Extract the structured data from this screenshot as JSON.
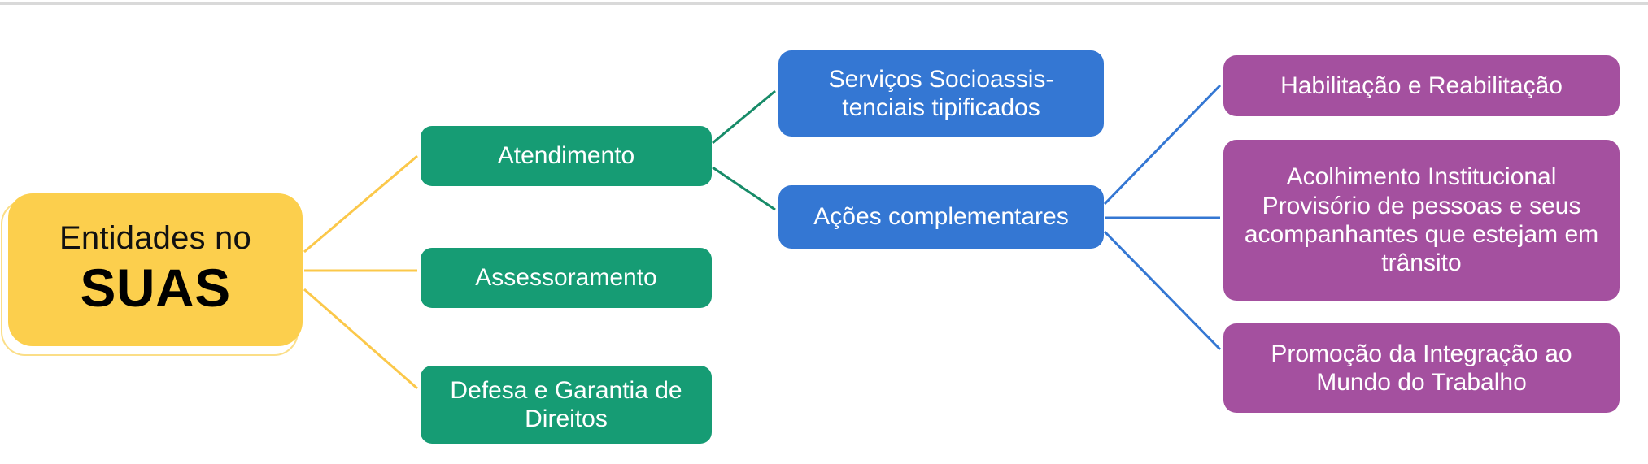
{
  "diagram": {
    "title": "Entidades no SUAS",
    "colors": {
      "root_fill": "#FCCF4D",
      "root_outline": "#FBDE87",
      "level1_fill": "#169C74",
      "level2_fill": "#3477D3",
      "level3_fill": "#A4509F",
      "divider": "#d9d9d9",
      "background": "#ffffff",
      "node_text": "#ffffff",
      "root_text": "#000000"
    },
    "root": {
      "line1": "Entidades no",
      "line2": "SUAS"
    },
    "level1": [
      {
        "id": "atendimento",
        "label": "Atendimento"
      },
      {
        "id": "assessoramento",
        "label": "Assessoramento"
      },
      {
        "id": "defesa",
        "label": "Defesa e Garantia de Direitos"
      }
    ],
    "level2": [
      {
        "id": "servicos",
        "label": "Serviços Socioassis-tenciais tipificados",
        "parent": "atendimento"
      },
      {
        "id": "acoes",
        "label": "Ações complementares",
        "parent": "atendimento"
      }
    ],
    "level3": [
      {
        "id": "habilitacao",
        "label": "Habilitação e Reabilitação",
        "parent": "acoes"
      },
      {
        "id": "acolhimento",
        "label": "Acolhimento Institucional Provisório de pessoas e seus acompanhantes que estejam em trânsito",
        "parent": "acoes"
      },
      {
        "id": "promocao",
        "label": "Promoção da Integração ao Mundo do Trabalho",
        "parent": "acoes"
      }
    ]
  }
}
